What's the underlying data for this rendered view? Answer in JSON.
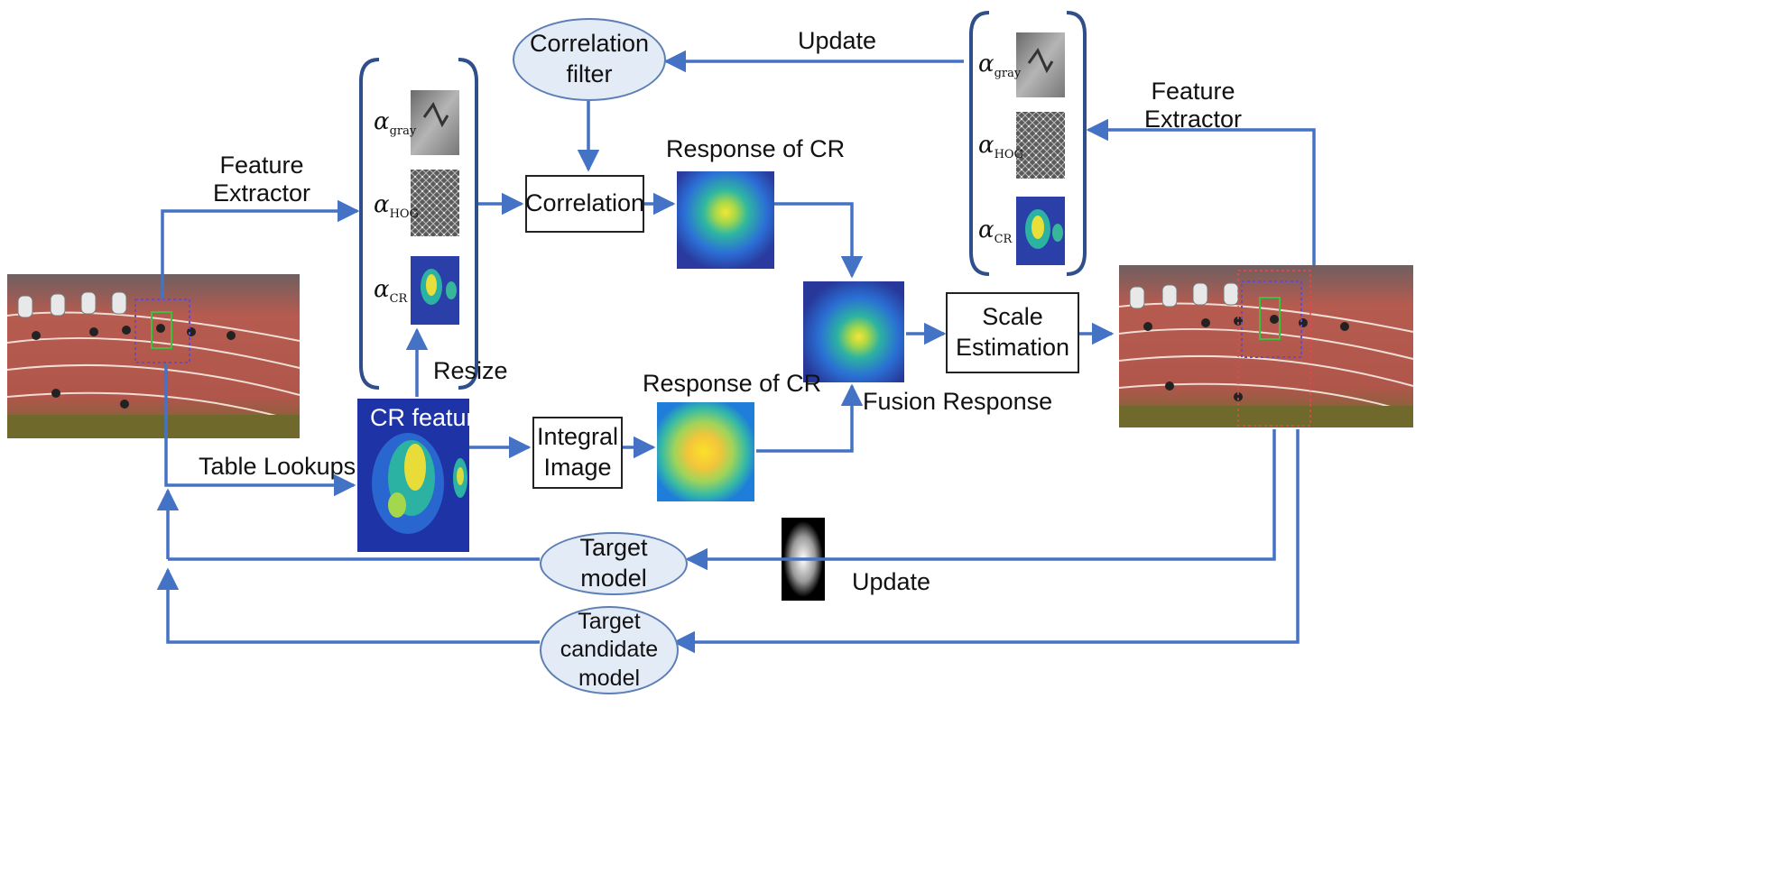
{
  "labels": {
    "update_top": "Update",
    "feature_extractor_left": "Feature\nExtractor",
    "feature_extractor_right": "Feature\nExtractor",
    "response_cr_top": "Response of CR",
    "response_cr_bottom": "Response of CR",
    "resize": "Resize",
    "table_lookups": "Table Lookups",
    "fusion_response": "Fusion Response",
    "update_bottom": "Update",
    "cr_feature": "CR feature"
  },
  "boxes": {
    "correlation": "Correlation",
    "scale_estimation": "Scale\nEstimation",
    "integral_image": "Integral\nImage"
  },
  "ellipses": {
    "correlation_filter": "Correlation\nfilter",
    "target_model": "Target\nmodel",
    "target_candidate_model": "Target\ncandidate\nmodel"
  },
  "features": {
    "symbol": "α",
    "gray": "gray",
    "hog": "HOG",
    "cr": "CR"
  },
  "colors": {
    "arrow": "#4472c4",
    "bracket": "#2f4f8a",
    "ellipse_fill": "#e3ebf6",
    "track": "#b3584f",
    "grass": "#5e6a2c"
  }
}
